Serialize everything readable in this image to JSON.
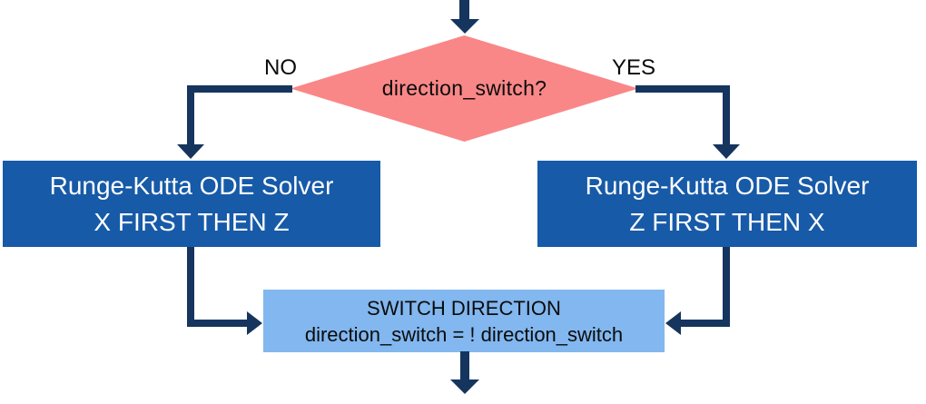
{
  "diagram": {
    "type": "flowchart",
    "colors": {
      "connector_navy": "#15355E",
      "process_box_blue": "#175AA8",
      "decision_salmon": "#F98787",
      "switch_box_light_blue": "#82B7EF",
      "text_dark": "#0b0b0b",
      "text_light": "#fdfdfd",
      "background": "#ffffff"
    },
    "decision": {
      "label": "direction_switch?"
    },
    "branches": {
      "no_label": "NO",
      "yes_label": "YES"
    },
    "box_left": {
      "line1": "Runge-Kutta ODE Solver",
      "line2": "X FIRST THEN Z"
    },
    "box_right": {
      "line1": "Runge-Kutta ODE Solver",
      "line2": "Z FIRST THEN X"
    },
    "box_switch": {
      "line1": "SWITCH DIRECTION",
      "line2": "direction_switch = ! direction_switch"
    }
  }
}
